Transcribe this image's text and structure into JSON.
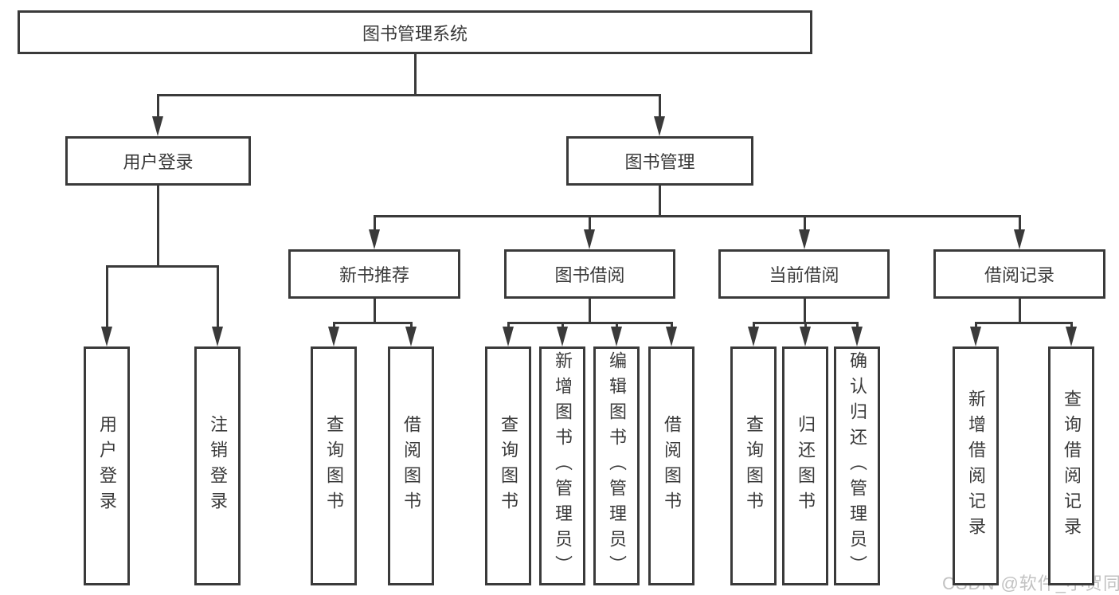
{
  "nodes": {
    "root": "图书管理系统",
    "level2": [
      {
        "label": "用户登录"
      },
      {
        "label": "图书管理"
      }
    ],
    "level3": [
      {
        "label": "新书推荐"
      },
      {
        "label": "图书借阅"
      },
      {
        "label": "当前借阅"
      },
      {
        "label": "借阅记录"
      }
    ],
    "leaves": {
      "user_login": [
        "用户登录",
        "注销登录"
      ],
      "new_books": [
        "查询图书",
        "借阅图书"
      ],
      "book_borrow": [
        "查询图书",
        "新增图书（管理员）",
        "编辑图书（管理员）",
        "借阅图书"
      ],
      "current_borrow": [
        "查询图书",
        "归还图书",
        "确认归还（管理员）"
      ],
      "borrow_records": [
        "新增借阅记录",
        "查询借阅记录"
      ]
    }
  },
  "watermark": "CSDN @软件_小贺同学",
  "colors": {
    "line": "#3a3a3a",
    "text": "#3a3a3a",
    "background": "#ffffff",
    "watermark": "#c2c2c2"
  }
}
